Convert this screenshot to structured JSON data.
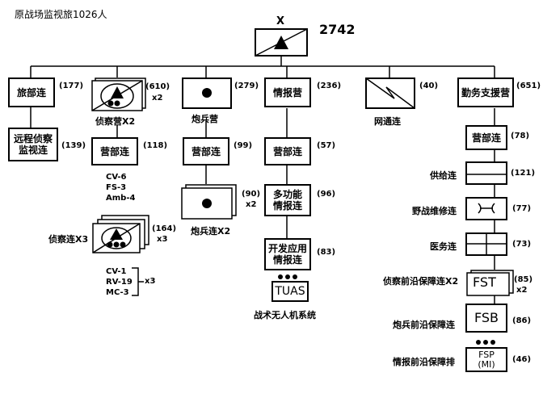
{
  "title": "原战场监视旅1026人",
  "hq": {
    "symbol": "X",
    "strength": "2742"
  },
  "units": {
    "brigade_hq_company": {
      "label": "旅部连",
      "count": "(177)"
    },
    "long_range": {
      "label_line1": "远程侦察",
      "label_line2": "监视连",
      "count": "(139)"
    },
    "recon_battalion": {
      "caption": "侦察营X2",
      "count": "(610)",
      "mult": "x2"
    },
    "recon_hq_company": {
      "label": "营部连",
      "count": "(118)"
    },
    "recon_equipment": [
      "CV-6",
      "FS-3",
      "Amb-4"
    ],
    "recon_company": {
      "caption": "侦察连X3",
      "count": "(164)",
      "mult": "x3"
    },
    "recon_company_equipment": [
      "CV-1",
      "RV-19",
      "MC-3"
    ],
    "recon_company_equipment_mult": "x3",
    "artillery_battalion": {
      "caption": "炮兵营",
      "count": "(279)"
    },
    "artillery_hq_company": {
      "label": "营部连",
      "count": "(99)"
    },
    "artillery_battery": {
      "caption": "炮兵连X2",
      "count": "(90)",
      "mult": "x2"
    },
    "intel_battalion": {
      "label": "情报营",
      "count": "(236)"
    },
    "intel_hq_company": {
      "label": "营部连",
      "count": "(57)"
    },
    "multi_function": {
      "label_line1": "多功能",
      "label_line2": "情报连",
      "count": "(96)"
    },
    "development": {
      "label_line1": "开发应用",
      "label_line2": "情报连",
      "count": "(83)"
    },
    "tuas": {
      "label": "TUAS",
      "caption": "战术无人机系统"
    },
    "signal_company": {
      "caption": "网通连",
      "count": "(40)"
    },
    "support_battalion": {
      "label": "勤务支援营",
      "count": "(651)"
    },
    "support_hq_company": {
      "label": "营部连",
      "count": "(78)"
    },
    "supply_company": {
      "caption": "供给连",
      "count": "(121)"
    },
    "maintenance_company": {
      "caption": "野战维修连",
      "count": "(77)"
    },
    "medical_company": {
      "caption": "医务连",
      "count": "(73)"
    },
    "fst": {
      "caption": "侦察前沿保障连X2",
      "label": "FST",
      "count": "(85)",
      "mult": "x2"
    },
    "fsb": {
      "caption": "炮兵前沿保障连",
      "label": "FSB",
      "count": "(86)"
    },
    "fsp": {
      "caption": "情报前沿保障排",
      "label_line1": "FSP",
      "label_line2": "(MI)",
      "count": "(46)"
    }
  }
}
